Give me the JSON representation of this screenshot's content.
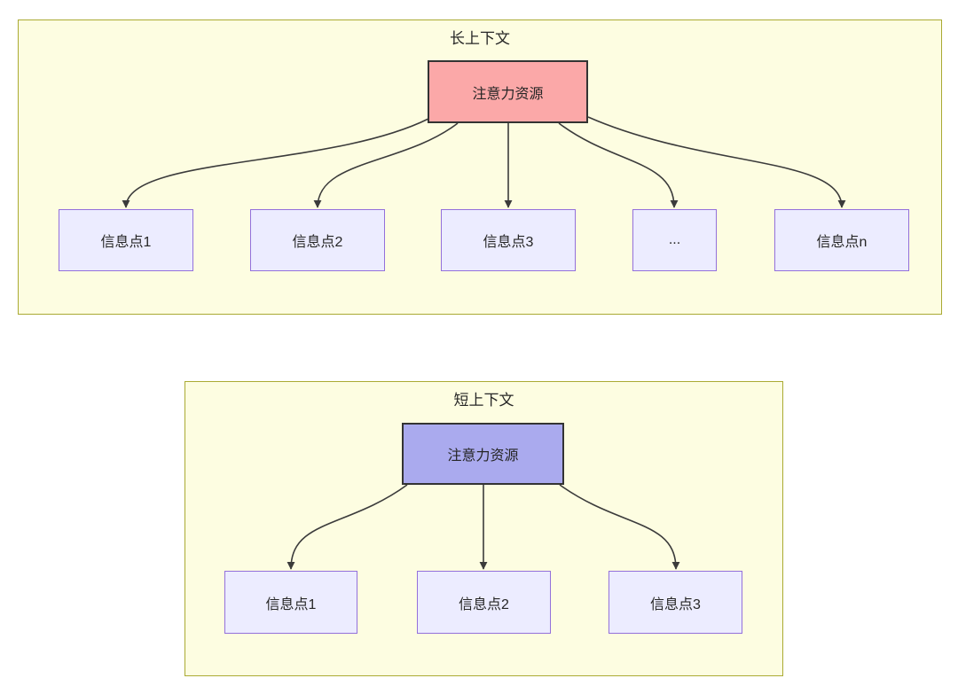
{
  "diagram": {
    "long_context": {
      "title": "长上下文",
      "attention_label": "注意力资源",
      "nodes": [
        "信息点1",
        "信息点2",
        "信息点3",
        "...",
        "信息点n"
      ]
    },
    "short_context": {
      "title": "短上下文",
      "attention_label": "注意力资源",
      "nodes": [
        "信息点1",
        "信息点2",
        "信息点3"
      ]
    }
  },
  "colors": {
    "cluster-fill": "#fdfde1",
    "cluster-border": "#aaaa33",
    "node-fill": "#ececff",
    "node-border": "#9370db",
    "attention-long-fill": "#fba8a8",
    "attention-short-fill": "#aaaaee",
    "attention-border": "#333333",
    "edge": "#3b3b3b",
    "text": "#262626"
  }
}
